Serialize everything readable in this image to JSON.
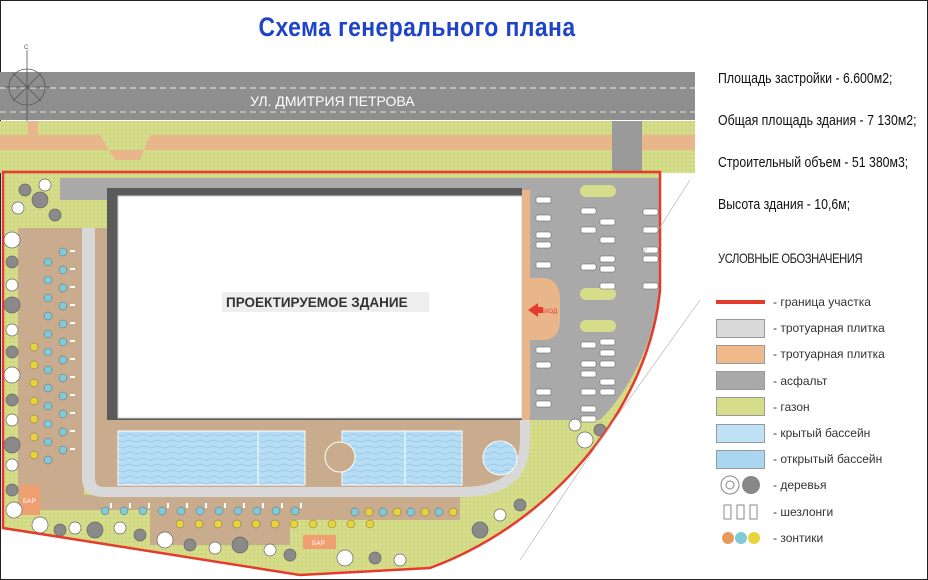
{
  "title": "Схема генерального плана",
  "plan": {
    "street_label": "УЛ. ДМИТРИЯ ПЕТРОВА",
    "building_label": "ПРОЕКТИРУЕМОЕ ЗДАНИЕ",
    "entrance_label": "ВХОД",
    "bar_label": "БАР",
    "compass_north": "С"
  },
  "stats": [
    "Площадь застройки - 6.600м2;",
    "Общая площадь здания - 7 130м2;",
    "Строительный объем - 51 380м3;",
    "Высота здания  - 10,6м;"
  ],
  "legend": {
    "title": "УСЛОВНЫЕ ОБОЗНАЧЕНИЯ",
    "items": [
      {
        "label": "- граница участка",
        "color": "#e53b2c"
      },
      {
        "label": "- тротуарная плитка",
        "color": "#d9d9d9"
      },
      {
        "label": "- тротуарная плитка",
        "color": "#f0b98c"
      },
      {
        "label": "- асфальт",
        "color": "#a9a9a9"
      },
      {
        "label": "- газон",
        "color": "#d6dd8a"
      },
      {
        "label": "- крытый бассейн",
        "color": "#bfe2f6"
      },
      {
        "label": "- открытый бассейн",
        "color": "#a9d6f0"
      },
      {
        "label": "- деревья"
      },
      {
        "label": "- шезлонги"
      },
      {
        "label": "- зонтики"
      }
    ]
  },
  "colors": {
    "title": "#1f44c8",
    "boundary": "#e53b2c",
    "asphalt": "#a9a9a9",
    "lawn": "#d6dd8a",
    "deck": "#c9ab8e",
    "paving_orange": "#e9b68c",
    "pool": "#b6ddf4",
    "umbrella_orange": "#e89a5a",
    "umbrella_blue": "#7fc9d8",
    "umbrella_yellow": "#e8d43a"
  }
}
